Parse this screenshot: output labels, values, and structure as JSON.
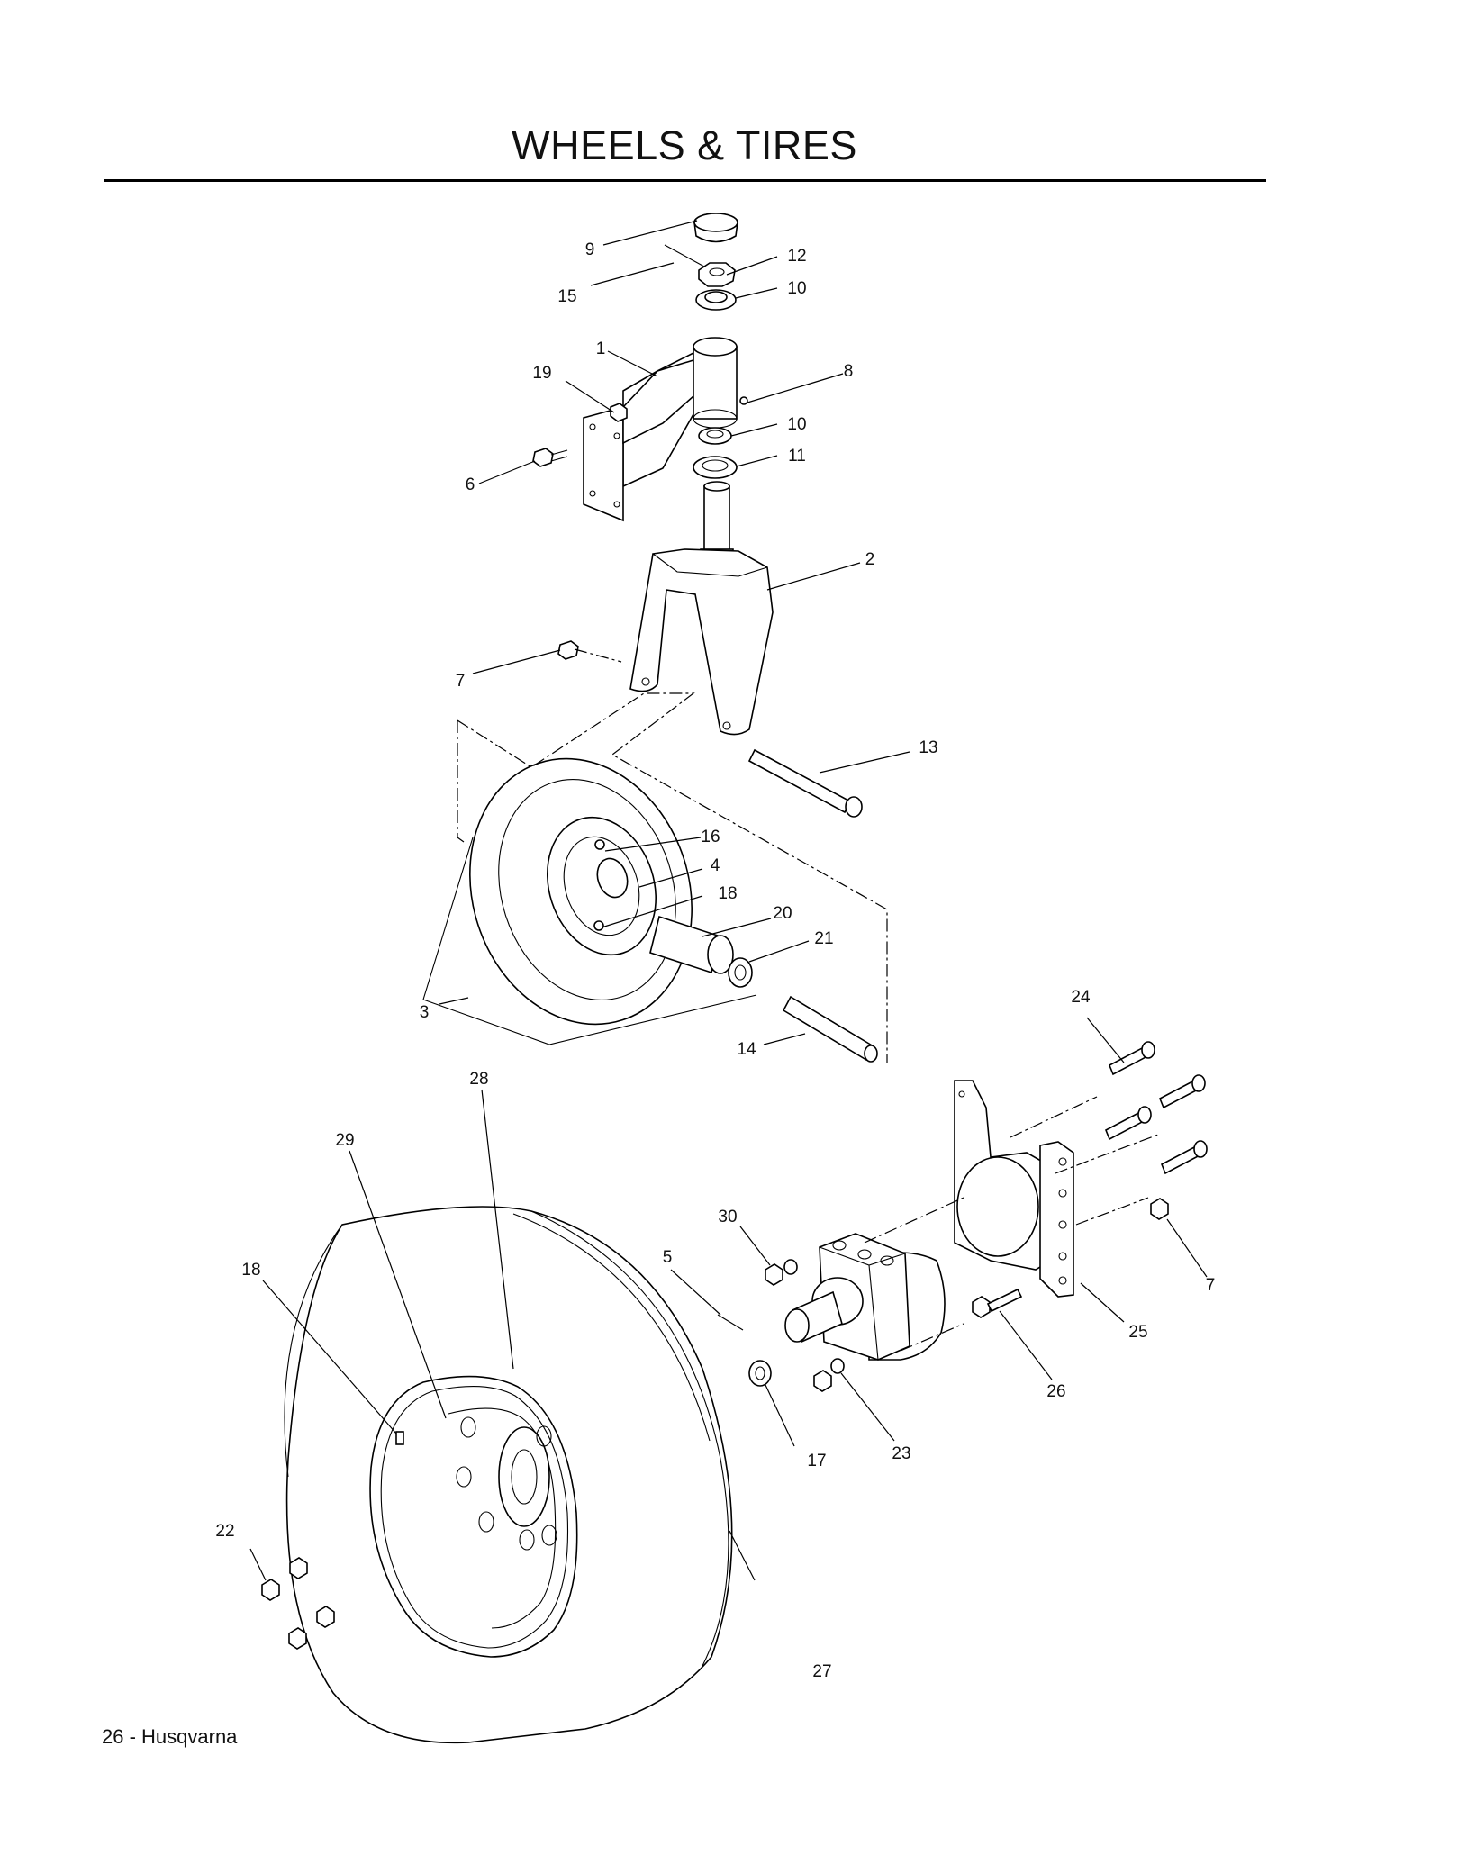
{
  "page": {
    "title": "WHEELS & TIRES",
    "footer": "26 - Husqvarna"
  },
  "callouts": {
    "c1": "1",
    "c2": "2",
    "c3": "3",
    "c4": "4",
    "c5": "5",
    "c6": "6",
    "c7a": "7",
    "c7b": "7",
    "c8": "8",
    "c9": "9",
    "c10a": "10",
    "c10b": "10",
    "c11": "11",
    "c12": "12",
    "c13": "13",
    "c14": "14",
    "c15": "15",
    "c16": "16",
    "c17": "17",
    "c18a": "18",
    "c18b": "18",
    "c19": "19",
    "c20": "20",
    "c21": "21",
    "c22": "22",
    "c23": "23",
    "c24": "24",
    "c25": "25",
    "c26": "26",
    "c27": "27",
    "c28": "28",
    "c29": "29",
    "c30": "30"
  }
}
